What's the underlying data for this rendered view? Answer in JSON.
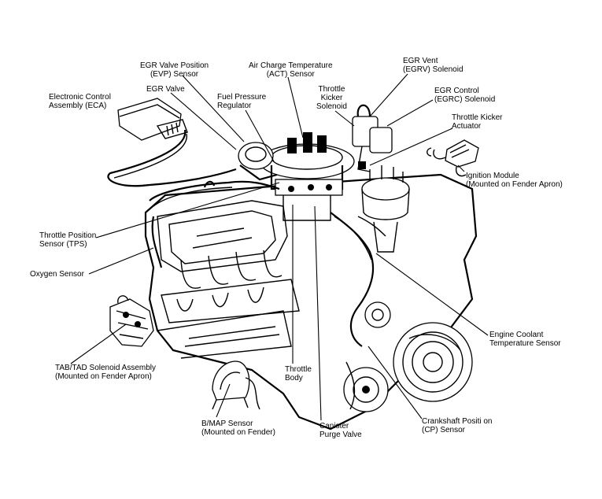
{
  "labels": {
    "evp": [
      "EGR Valve Position",
      "(EVP) Sensor"
    ],
    "act": [
      "Air Charge Temperature",
      "(ACT) Sensor"
    ],
    "egrv": [
      "EGR Vent",
      "(EGRV) Solenoid"
    ],
    "eca": [
      "Electronic Control",
      "Assembly (ECA)"
    ],
    "egr_valve": [
      "EGR Valve"
    ],
    "fuel_reg": [
      "Fuel Pressure",
      "Regulator"
    ],
    "tks": [
      "Throttle",
      "Kicker",
      "Solenoid"
    ],
    "egrc": [
      "EGR Control",
      "(EGRC) Solenoid"
    ],
    "tka": [
      "Throttle Kicker",
      "Actuator"
    ],
    "ignition": [
      "Ignition Module",
      "(Mounted on Fender Apron)"
    ],
    "tps": [
      "Throttle Position",
      "Sensor (TPS)"
    ],
    "o2": [
      "Oxygen Sensor"
    ],
    "ect": [
      "Engine Coolant",
      "Temperature Sensor"
    ],
    "tab": [
      "TAB/TAD Solenoid Assembly",
      "(Mounted on Fender Apron)"
    ],
    "throttle_body": [
      "Throttle",
      "Body"
    ],
    "bmap": [
      "B/MAP Sensor",
      "(Mounted on Fender)"
    ],
    "canister": [
      "Canister",
      "Purge Valve"
    ],
    "cp": [
      "Crankshaft Positi on",
      "(CP) Sensor"
    ]
  }
}
